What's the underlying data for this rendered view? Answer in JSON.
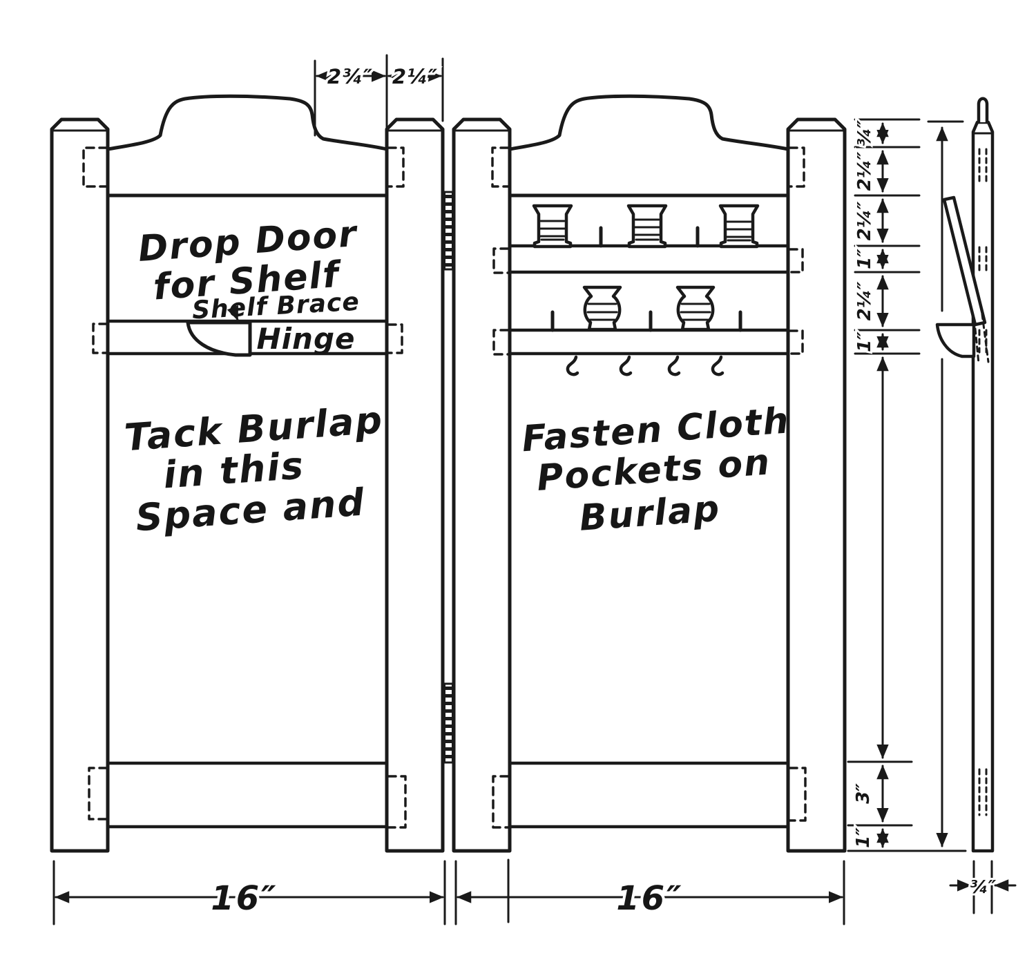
{
  "left_panel": {
    "door_label": [
      "Drop Door",
      "for Shelf"
    ],
    "shelf_brace_label": "Shelf Brace",
    "hinge_label": "Hinge",
    "burlap_label": [
      "Tack Burlap",
      "in this",
      "Space and"
    ],
    "width_dim": "16″"
  },
  "right_panel": {
    "pockets_label": [
      "Fasten Cloth",
      "Pockets on",
      "Burlap"
    ],
    "width_dim": "16″"
  },
  "dimensions": {
    "top": [
      "2¾″",
      "2¼″"
    ],
    "right_stack": [
      "¾″",
      "2¼″",
      "2¼″",
      "1″",
      "2¼″",
      "1″"
    ],
    "bottom_stack": [
      "3″",
      "1″"
    ],
    "panel_thickness": "¾″"
  }
}
